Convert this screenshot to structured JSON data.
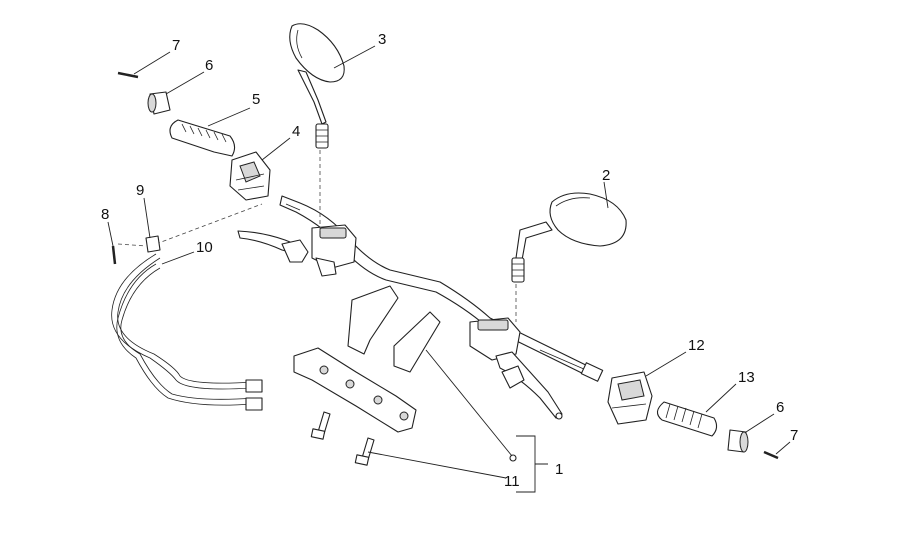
{
  "callouts": [
    {
      "id": "c1",
      "label": "1"
    },
    {
      "id": "c2",
      "label": "2"
    },
    {
      "id": "c3",
      "label": "3"
    },
    {
      "id": "c4",
      "label": "4"
    },
    {
      "id": "c5",
      "label": "5"
    },
    {
      "id": "c6a",
      "label": "6"
    },
    {
      "id": "c6b",
      "label": "6"
    },
    {
      "id": "c7a",
      "label": "7"
    },
    {
      "id": "c7b",
      "label": "7"
    },
    {
      "id": "c8",
      "label": "8"
    },
    {
      "id": "c9",
      "label": "9"
    },
    {
      "id": "c10",
      "label": "10"
    },
    {
      "id": "c11",
      "label": "11"
    },
    {
      "id": "c12",
      "label": "12"
    },
    {
      "id": "c13",
      "label": "13"
    }
  ]
}
